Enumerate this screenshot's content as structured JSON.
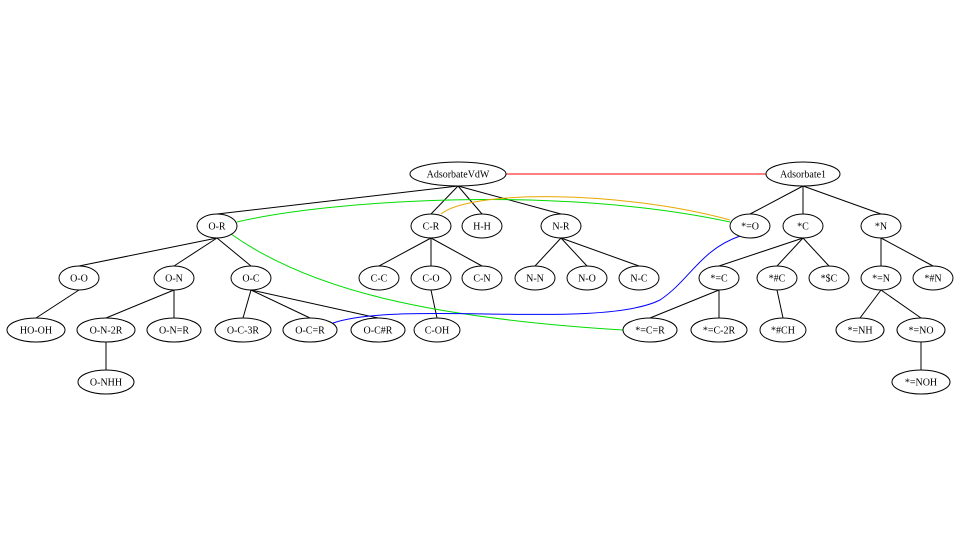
{
  "graph": {
    "nodes": [
      {
        "id": "vdw",
        "label": "AdsorbateVdW"
      },
      {
        "id": "a1",
        "label": "Adsorbate1"
      },
      {
        "id": "or",
        "label": "O-R"
      },
      {
        "id": "cr",
        "label": "C-R"
      },
      {
        "id": "hh",
        "label": "H-H"
      },
      {
        "id": "nr",
        "label": "N-R"
      },
      {
        "id": "so",
        "label": "*=O"
      },
      {
        "id": "sc",
        "label": "*C"
      },
      {
        "id": "sn",
        "label": "*N"
      },
      {
        "id": "oo",
        "label": "O-O"
      },
      {
        "id": "on",
        "label": "O-N"
      },
      {
        "id": "oc",
        "label": "O-C"
      },
      {
        "id": "cc",
        "label": "C-C"
      },
      {
        "id": "co",
        "label": "C-O"
      },
      {
        "id": "cn",
        "label": "C-N"
      },
      {
        "id": "nn",
        "label": "N-N"
      },
      {
        "id": "no",
        "label": "N-O"
      },
      {
        "id": "nc",
        "label": "N-C"
      },
      {
        "id": "seqc",
        "label": "*=C"
      },
      {
        "id": "shc",
        "label": "*#C"
      },
      {
        "id": "sdc",
        "label": "*$C"
      },
      {
        "id": "seqn",
        "label": "*=N"
      },
      {
        "id": "shn",
        "label": "*#N"
      },
      {
        "id": "hooh",
        "label": "HO-OH"
      },
      {
        "id": "on2r",
        "label": "O-N-2R"
      },
      {
        "id": "oneqr",
        "label": "O-N=R"
      },
      {
        "id": "oc3r",
        "label": "O-C-3R"
      },
      {
        "id": "oceqr",
        "label": "O-C=R"
      },
      {
        "id": "ochr",
        "label": "O-C#R"
      },
      {
        "id": "coh",
        "label": "C-OH"
      },
      {
        "id": "seqceqr",
        "label": "*=C=R"
      },
      {
        "id": "seqc2r",
        "label": "*=C-2R"
      },
      {
        "id": "shch",
        "label": "*#CH"
      },
      {
        "id": "seqnh",
        "label": "*=NH"
      },
      {
        "id": "seqno",
        "label": "*=NO"
      },
      {
        "id": "onhh",
        "label": "O-NHH"
      },
      {
        "id": "seqnoh",
        "label": "*=NOH"
      }
    ],
    "edges": [
      {
        "from": "vdw",
        "to": "or",
        "color": "#000000"
      },
      {
        "from": "vdw",
        "to": "cr",
        "color": "#000000"
      },
      {
        "from": "vdw",
        "to": "hh",
        "color": "#000000"
      },
      {
        "from": "vdw",
        "to": "nr",
        "color": "#000000"
      },
      {
        "from": "a1",
        "to": "so",
        "color": "#000000"
      },
      {
        "from": "a1",
        "to": "sc",
        "color": "#000000"
      },
      {
        "from": "a1",
        "to": "sn",
        "color": "#000000"
      },
      {
        "from": "or",
        "to": "oo",
        "color": "#000000"
      },
      {
        "from": "or",
        "to": "on",
        "color": "#000000"
      },
      {
        "from": "or",
        "to": "oc",
        "color": "#000000"
      },
      {
        "from": "cr",
        "to": "cc",
        "color": "#000000"
      },
      {
        "from": "cr",
        "to": "co",
        "color": "#000000"
      },
      {
        "from": "cr",
        "to": "cn",
        "color": "#000000"
      },
      {
        "from": "nr",
        "to": "nn",
        "color": "#000000"
      },
      {
        "from": "nr",
        "to": "no",
        "color": "#000000"
      },
      {
        "from": "nr",
        "to": "nc",
        "color": "#000000"
      },
      {
        "from": "sc",
        "to": "seqc",
        "color": "#000000"
      },
      {
        "from": "sc",
        "to": "shc",
        "color": "#000000"
      },
      {
        "from": "sc",
        "to": "sdc",
        "color": "#000000"
      },
      {
        "from": "sn",
        "to": "seqn",
        "color": "#000000"
      },
      {
        "from": "sn",
        "to": "shn",
        "color": "#000000"
      },
      {
        "from": "oo",
        "to": "hooh",
        "color": "#000000"
      },
      {
        "from": "on",
        "to": "on2r",
        "color": "#000000"
      },
      {
        "from": "on",
        "to": "oneqr",
        "color": "#000000"
      },
      {
        "from": "oc",
        "to": "oc3r",
        "color": "#000000"
      },
      {
        "from": "oc",
        "to": "oceqr",
        "color": "#000000"
      },
      {
        "from": "oc",
        "to": "ochr",
        "color": "#000000"
      },
      {
        "from": "co",
        "to": "coh",
        "color": "#000000"
      },
      {
        "from": "seqc",
        "to": "seqceqr",
        "color": "#000000"
      },
      {
        "from": "seqc",
        "to": "seqc2r",
        "color": "#000000"
      },
      {
        "from": "shc",
        "to": "shch",
        "color": "#000000"
      },
      {
        "from": "seqn",
        "to": "seqnh",
        "color": "#000000"
      },
      {
        "from": "seqn",
        "to": "seqno",
        "color": "#000000"
      },
      {
        "from": "on2r",
        "to": "onhh",
        "color": "#000000"
      },
      {
        "from": "seqno",
        "to": "seqnoh",
        "color": "#000000"
      },
      {
        "from": "vdw",
        "to": "a1",
        "color": "#ff0000"
      },
      {
        "from": "or",
        "to": "so",
        "color": "#00dd00"
      },
      {
        "from": "cr",
        "to": "so",
        "color": "#e8a800"
      },
      {
        "from": "or",
        "to": "seqceqr",
        "color": "#00dd00"
      },
      {
        "from": "oceqr",
        "to": "so",
        "color": "#0000ff"
      }
    ]
  }
}
